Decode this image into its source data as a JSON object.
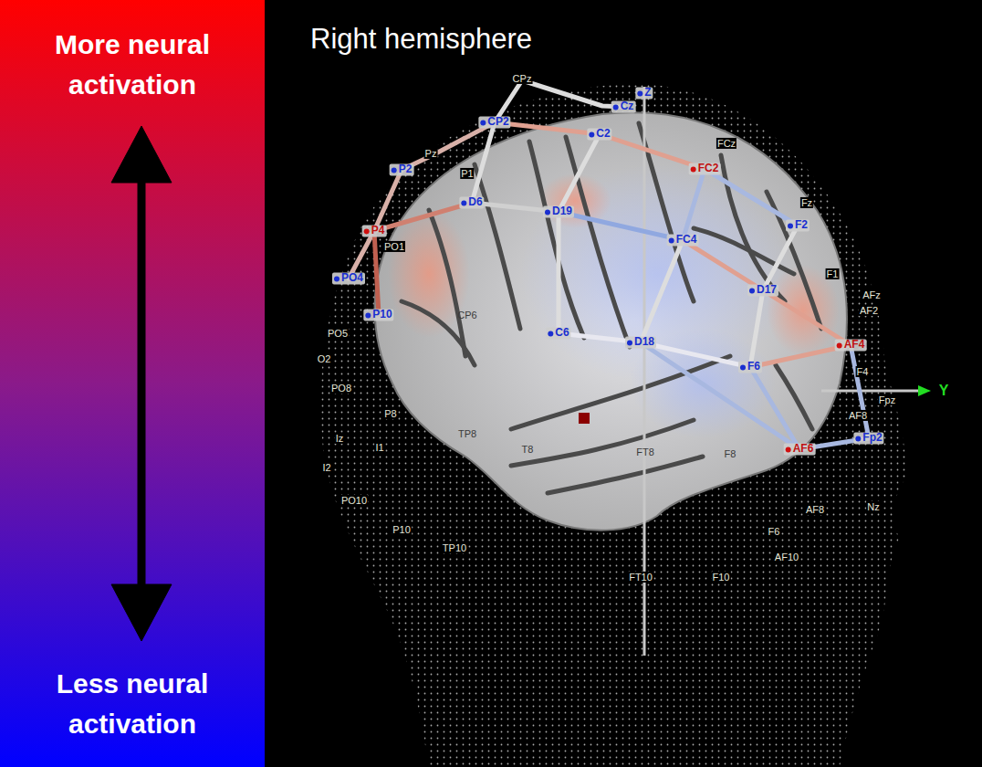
{
  "diagram": {
    "title": "Right hemisphere",
    "labels": [
      "More neural activation",
      "Less neural activation",
      "CPz",
      "Cz",
      "CP2",
      "C2",
      "Pz",
      "P1",
      "P2",
      "FCz",
      "FC2",
      "Fz",
      "F2",
      "D6",
      "D19",
      "FC4",
      "F1",
      "AFz",
      "AF2",
      "D17",
      "PO1",
      "P4",
      "PO4",
      "P10",
      "CP6",
      "C6",
      "D18",
      "AF4",
      "F4",
      "F6",
      "PO5",
      "O2",
      "PO8",
      "P8",
      "TP8",
      "T8",
      "FT8",
      "F8",
      "AF8",
      "Fpz",
      "Fp2",
      "AF6",
      "Iz",
      "I1",
      "I2",
      "PO10",
      "P10",
      "TP10",
      "FT10",
      "F10",
      "F6",
      "AF8",
      "AF10",
      "Nz",
      "Y",
      "Z"
    ]
  }
}
